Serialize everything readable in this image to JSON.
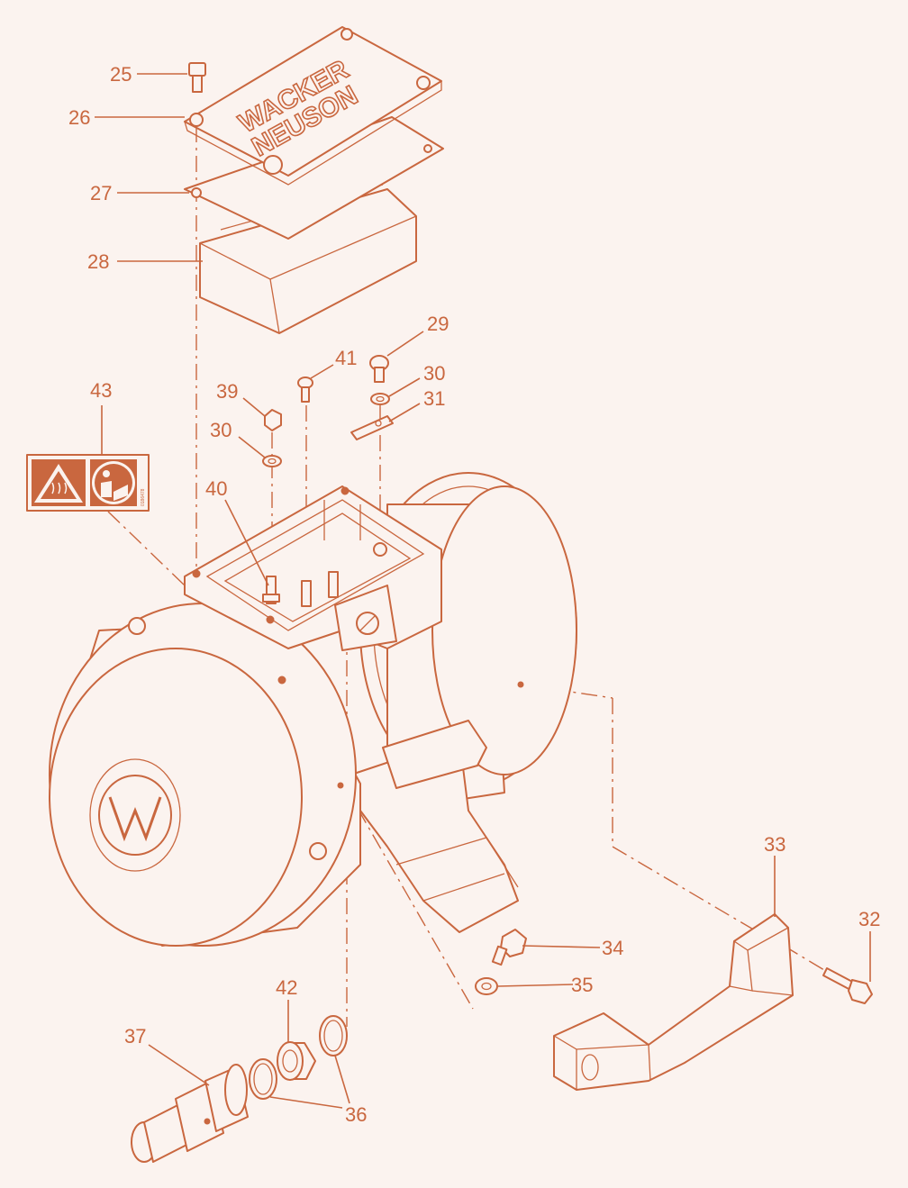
{
  "diagram": {
    "logo_text_line1": "WACKER",
    "logo_text_line2": "NEUSON",
    "warning_label_code": "0186478",
    "callouts": [
      {
        "id": "25",
        "text": "25"
      },
      {
        "id": "26",
        "text": "26"
      },
      {
        "id": "27",
        "text": "27"
      },
      {
        "id": "28",
        "text": "28"
      },
      {
        "id": "29",
        "text": "29"
      },
      {
        "id": "41",
        "text": "41"
      },
      {
        "id": "30a",
        "text": "30"
      },
      {
        "id": "31",
        "text": "31"
      },
      {
        "id": "39",
        "text": "39"
      },
      {
        "id": "30b",
        "text": "30"
      },
      {
        "id": "43",
        "text": "43"
      },
      {
        "id": "40",
        "text": "40"
      },
      {
        "id": "33",
        "text": "33"
      },
      {
        "id": "32",
        "text": "32"
      },
      {
        "id": "34",
        "text": "34"
      },
      {
        "id": "35",
        "text": "35"
      },
      {
        "id": "42",
        "text": "42"
      },
      {
        "id": "37",
        "text": "37"
      },
      {
        "id": "36",
        "text": "36"
      }
    ]
  }
}
